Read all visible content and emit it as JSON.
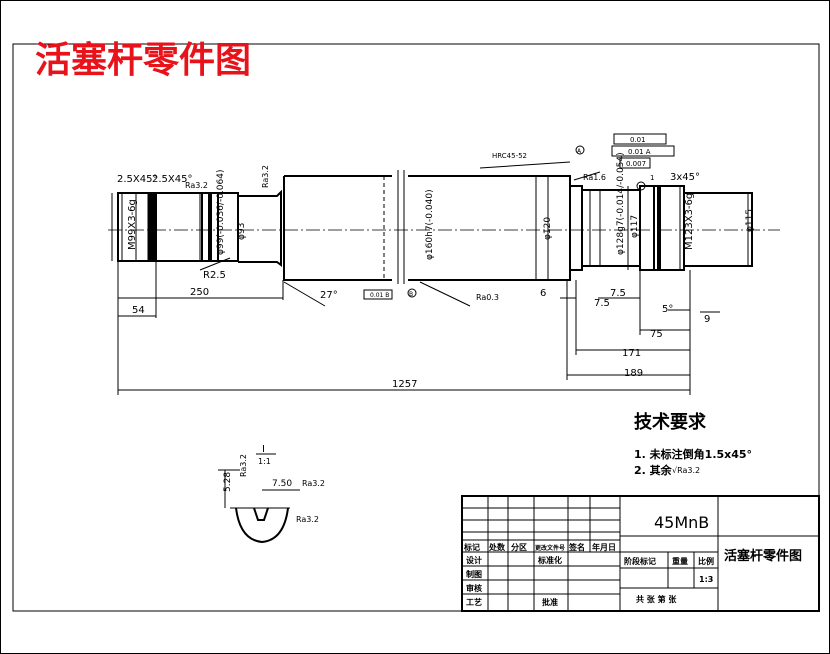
{
  "title": "活塞杆零件图",
  "tech_requirements": {
    "heading": "技术要求",
    "items": [
      "1. 未标注倒角1.5x45°",
      "2. 其余"
    ],
    "other_finish_symbol": "√Ra3.2"
  },
  "dimensions": {
    "chamfer_1": "2.5X45°",
    "chamfer_2": "2.5X45°",
    "chamfer_3": "3x45°",
    "ra32_a": "Ra3.2",
    "ra32_b": "Ra3.2",
    "ra16": "Ra1.6",
    "ra03": "Ra0.3",
    "hrc": "HRC45-52",
    "thread_left": "M99X3-6g",
    "phi93_a": "φ93",
    "phi99": "φ99(-0.036/-0.064)",
    "phi93_b": "φ93",
    "r25": "R2.5",
    "angle27": "27°",
    "phi160": "φ160h7(-0.040)",
    "phi120": "φ120",
    "phi128": "φ128g7(-0.014/-0.054)",
    "phi117": "φ117",
    "thread_right": "M123X3-6g",
    "phi115": "φ115",
    "len_54": "54",
    "len_250": "250",
    "len_1257": "1257",
    "len_6": "6",
    "len_75a": "7.5",
    "len_75b": "7.5",
    "len_5": "5°",
    "len_9": "9",
    "len_75": "75",
    "len_171": "171",
    "len_189": "189",
    "tol_flat": "0.01",
    "tol_a": "0.01 A",
    "tol_perp": "0.007",
    "tol_runout": "0.01 B",
    "datum_a": "A",
    "datum_b": "B",
    "ref_1": "1"
  },
  "detail": {
    "label_top": "I",
    "label_bottom": "1:1",
    "ra32_1": "Ra3.2",
    "ra32_2": "Ra3.2",
    "ra32_3": "Ra3.2",
    "dim_750": "7.50",
    "dim_528": "5.28"
  },
  "title_block": {
    "material": "45MnB",
    "part_name": "活塞杆零件图",
    "headers": [
      "标记",
      "处数",
      "分区",
      "更改文件号",
      "签名",
      "年月日"
    ],
    "rows": [
      "设计",
      "制图",
      "审核",
      "工艺"
    ],
    "std": "标准化",
    "approve": "批准",
    "stage_label": "阶段标记",
    "weight": "重量",
    "scale": "比例",
    "scale_value": "1:3",
    "sheets": "共    张    第    张"
  }
}
